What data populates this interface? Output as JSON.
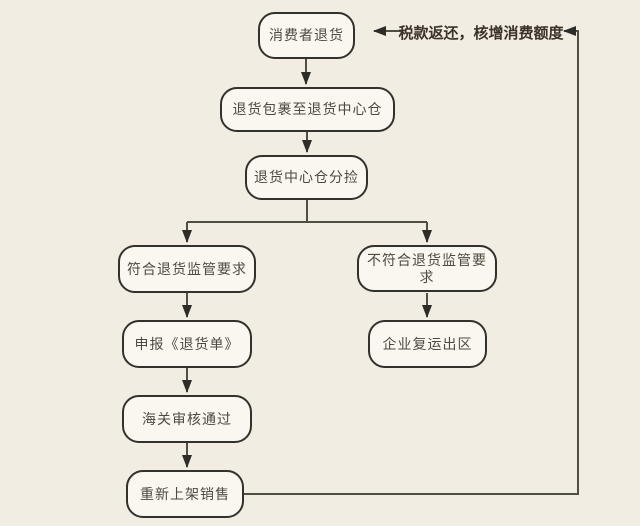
{
  "diagram": {
    "type": "flowchart",
    "feedback_label": "税款返还，核增消费额度"
  },
  "nodes": [
    {
      "id": "consumer-return",
      "label": "消费者退货"
    },
    {
      "id": "parcel-to-return-warehouse",
      "label": "退货包裹至退货中心仓"
    },
    {
      "id": "return-warehouse-sorting",
      "label": "退货中心仓分捡"
    },
    {
      "id": "meets-return-requirements",
      "label": "符合退货监管要求"
    },
    {
      "id": "fails-return-requirements",
      "label": "不符合退货监管要求"
    },
    {
      "id": "declare-return-form",
      "label": "申报《退货单》"
    },
    {
      "id": "enterprise-reship-out",
      "label": "企业复运出区"
    },
    {
      "id": "customs-approval",
      "label": "海关审核通过"
    },
    {
      "id": "relist-for-sale",
      "label": "重新上架销售"
    }
  ],
  "edges": [
    {
      "from": "consumer-return",
      "to": "parcel-to-return-warehouse"
    },
    {
      "from": "parcel-to-return-warehouse",
      "to": "return-warehouse-sorting"
    },
    {
      "from": "return-warehouse-sorting",
      "to": "meets-return-requirements"
    },
    {
      "from": "return-warehouse-sorting",
      "to": "fails-return-requirements"
    },
    {
      "from": "meets-return-requirements",
      "to": "declare-return-form"
    },
    {
      "from": "declare-return-form",
      "to": "customs-approval"
    },
    {
      "from": "customs-approval",
      "to": "relist-for-sale"
    },
    {
      "from": "fails-return-requirements",
      "to": "enterprise-reship-out"
    },
    {
      "from": "relist-for-sale",
      "to": "consumer-return",
      "label": "税款返还，核增消费额度"
    }
  ],
  "colors": {
    "background": "#f2ede3",
    "node_fill": "#faf7f0",
    "node_border": "#33312b",
    "node_text": "#4e4a40",
    "line": "#514e46",
    "arrowhead": "#2e2c27",
    "label_text": "#3b332a"
  }
}
